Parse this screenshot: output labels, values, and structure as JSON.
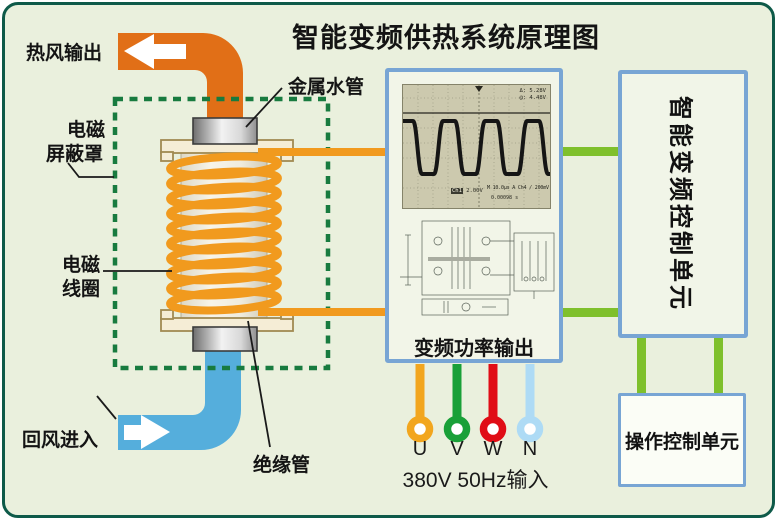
{
  "title": "智能变频供热系统原理图",
  "airflow": {
    "hot_air_out": "热风输出",
    "return_air_in": "回风进入"
  },
  "component_labels": {
    "shield_line1": "电磁",
    "shield_line2": "屏蔽罩",
    "coil_line1": "电磁",
    "coil_line2": "线圈",
    "metal_water_pipe": "金属水管",
    "insulation_tube": "绝缘管"
  },
  "power_output_unit": {
    "caption": "变频功率输出",
    "oscilloscope": {
      "delta_reading": "Δ: 5.28V",
      "at_reading": "@: 4.48V",
      "channel_badge": "Ch1",
      "channel_scale": "2.00V",
      "timebase": "M 10.0µs A Ch4 / 200mV",
      "trigger_time": "0.00098 s"
    }
  },
  "control_unit": {
    "label": "智能变频控制单元"
  },
  "operation_unit": {
    "label": "操作控制单元"
  },
  "power_input": {
    "caption": "380V 50Hz输入",
    "phases": [
      {
        "label": "U",
        "color": "#F2A61E"
      },
      {
        "label": "V",
        "color": "#19A038"
      },
      {
        "label": "W",
        "color": "#E00D16"
      },
      {
        "label": "N",
        "color": "#AEDBF5"
      }
    ]
  },
  "colors": {
    "coil_orange": "#F19A1E",
    "hot_duct_orange": "#E16F17",
    "return_duct_blue": "#55AEDC",
    "shield_dash_green": "#187B3F",
    "connector_green": "#7FC02C",
    "box_border_blue": "#78A5D4"
  }
}
